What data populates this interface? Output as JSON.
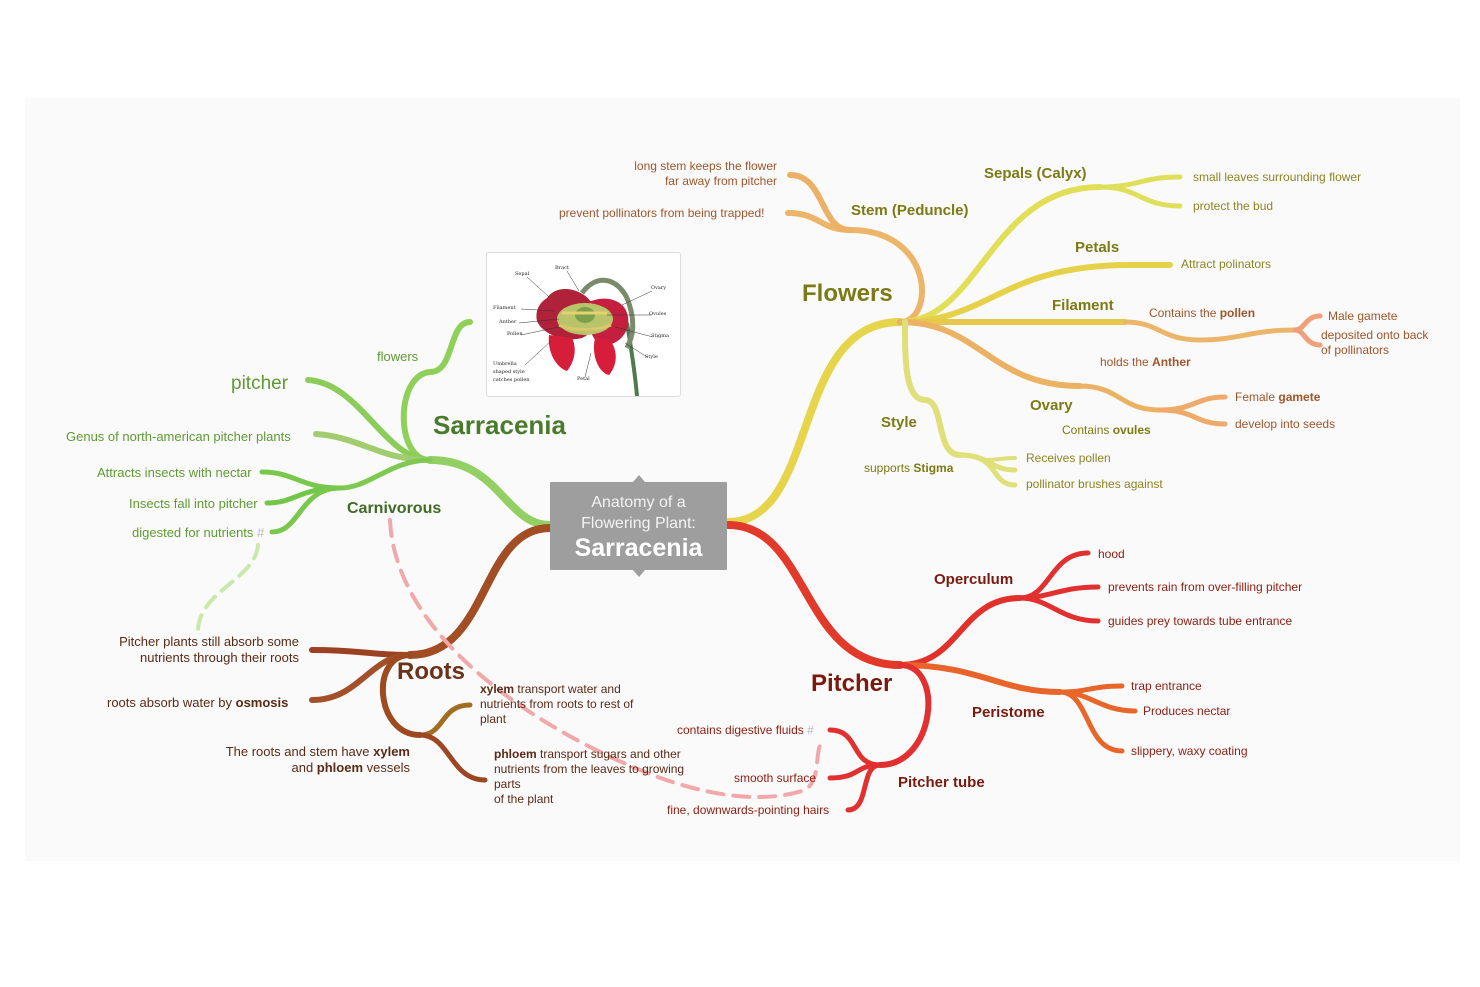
{
  "center": {
    "line1": "Anatomy of a",
    "line2": "Flowering Plant:",
    "name": "Sarracenia"
  },
  "sarracenia": {
    "title": "Sarracenia",
    "flowers": "flowers",
    "pitcher": "pitcher",
    "genus": "Genus of north-american pitcher plants",
    "carnivorous": "Carnivorous",
    "attracts": "Attracts insects with nectar",
    "fall": "Insects fall into pitcher",
    "digested": "digested for nutrients",
    "hash": "#"
  },
  "roots": {
    "title": "Roots",
    "absorb_1": "Pitcher plants still absorb some",
    "absorb_2": "nutrients through their roots",
    "osmosis_pre": "roots absorb water by ",
    "osmosis_b": "osmosis",
    "vessels_pre": "The roots and stem have ",
    "vessels_b1": "xylem",
    "vessels_2_pre": "and ",
    "vessels_b2": "phloem",
    "vessels_2_post": " vessels",
    "xylem_b": "xylem",
    "xylem_1": " transport water and",
    "xylem_2": "nutrients from roots to rest of",
    "xylem_3": "plant",
    "phloem_b": "phloem",
    "phloem_1": " transport sugars and other",
    "phloem_2": "nutrients from the leaves to growing",
    "phloem_3": "parts",
    "phloem_4": "of the plant"
  },
  "flowers": {
    "title": "Flowers",
    "stem": "Stem (Peduncle)",
    "stem_note1_a": "long stem keeps the flower",
    "stem_note1_b": "far away from pitcher",
    "stem_note2": "prevent pollinators from being trapped!",
    "sepals": "Sepals (Calyx)",
    "sepals_1": "small leaves surrounding flower",
    "sepals_2": "protect the bud",
    "petals": "Petals",
    "petals_1": "Attract polinators",
    "filament": "Filament",
    "filament_1_pre": "Contains the ",
    "filament_1_b": "pollen",
    "filament_2_pre": "holds the ",
    "filament_2_b": "Anther",
    "male": "Male gamete",
    "deposited_1": "deposited onto back",
    "deposited_2": "of pollinators",
    "ovary": "Ovary",
    "ovary_1_pre": "Contains ",
    "ovary_1_b": "ovules",
    "female_pre": "Female ",
    "female_b": "gamete",
    "seeds": "develop into seeds",
    "style": "Style",
    "style_1_pre": "supports ",
    "style_1_b": "Stigma",
    "receives": "Receives pollen",
    "brushes": "pollinator brushes against"
  },
  "pitcher": {
    "title": "Pitcher",
    "operculum": "Operculum",
    "hood": "hood",
    "rain": "prevents rain from over-filling pitcher",
    "guides": "guides prey towards tube entrance",
    "peristome": "Peristome",
    "trap": "trap entrance",
    "nectar": "Produces nectar",
    "slippery": "slippery, waxy coating",
    "tube": "Pitcher tube",
    "fluids": "contains digestive fluids",
    "hash": "#",
    "smooth": "smooth surface",
    "hairs": "fine, downwards-pointing hairs"
  },
  "image_labels": {
    "sepal": "Sepal",
    "bract": "Bract",
    "ovary": "Ovary",
    "filament": "Filament",
    "ovules": "Ovules",
    "anther": "Anther",
    "pollen": "Pollen",
    "stigma": "Stigma",
    "style": "Style",
    "umbrella_1": "Umbrella",
    "umbrella_2": "shaped style",
    "umbrella_3": "catches pollen",
    "petal": "Petal"
  },
  "colors": {
    "green": "#8bcf5a",
    "brown": "#9b4a22",
    "yellow": "#e6d84a",
    "red": "#e23a2a",
    "orange": "#e8a04a",
    "center": "#9e9e9e"
  }
}
